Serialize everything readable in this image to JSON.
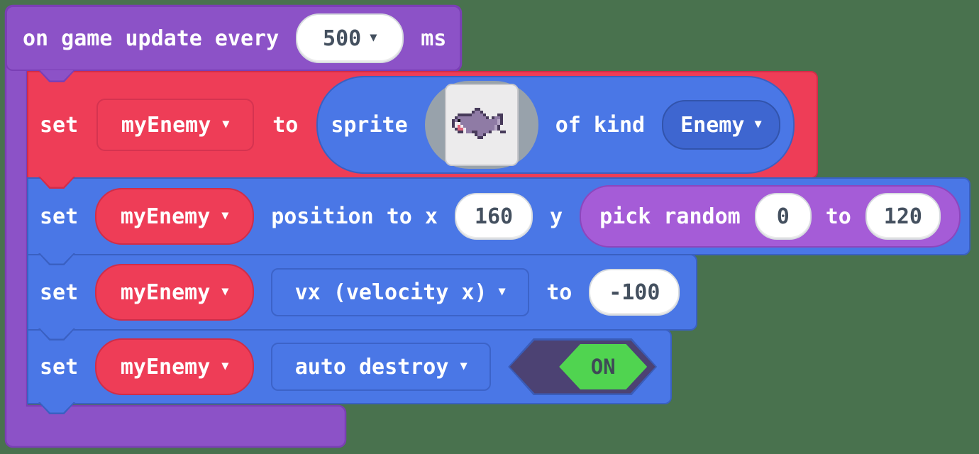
{
  "colors": {
    "background": "#49724e",
    "event_purple": "#8c52c7",
    "event_purple_border": "#7a3fb5",
    "sprites_red": "#ee3d57",
    "sprites_red_border": "#d32c48",
    "sprites_blue": "#4a77e6",
    "sprites_blue_border": "#3a60c2",
    "kind_pill_blue": "#3e66d0",
    "math_purple": "#a55cd7",
    "math_purple_border": "#8d46bd",
    "toggle_track": "#4c4273",
    "toggle_on_green": "#50d450",
    "field_text": "#44505f",
    "label_text": "#ffffff"
  },
  "on_game_update": {
    "label_prefix": "on game update every",
    "interval": "500",
    "label_suffix": "ms"
  },
  "set_sprite": {
    "set_label": "set",
    "variable": "myEnemy",
    "to_label": "to",
    "sprite_label": "sprite",
    "of_kind_label": "of kind",
    "kind": "Enemy"
  },
  "set_position": {
    "set_label": "set",
    "variable": "myEnemy",
    "position_label": "position to x",
    "x_value": "160",
    "y_label": "y",
    "pick_random_label": "pick random",
    "min": "0",
    "to_label": "to",
    "max": "120"
  },
  "set_velocity": {
    "set_label": "set",
    "variable": "myEnemy",
    "property": "vx (velocity x)",
    "to_label": "to",
    "value": "-100"
  },
  "set_auto_destroy": {
    "set_label": "set",
    "variable": "myEnemy",
    "property": "auto destroy",
    "toggle": "ON"
  },
  "sprite_image": {
    "name": "shark-sprite",
    "palette": {
      "o": "#473a5a",
      "b": "#8f7ba5",
      "l": "#b4a4c4",
      "w": "#efeaef",
      "p": "#e0647c",
      "k": "#14121a"
    },
    "rows": [
      ".....................",
      "........oo...........",
      ".......obbo..........",
      "..ooooobbbbo....oo...",
      ".obbbbbbbbbbo.obbo...",
      "obkbbbbbbbbbbbbblo...",
      "owwbbbbbbbbbbbbblo...",
      "owpwbbbbbbbbbbblo....",
      ".oppwbbbbbbbbbblo....",
      "..oowbboobbbbo...oo..",
      "........obbo.........",
      ".........oo..........",
      ".....................",
      "....................."
    ]
  }
}
